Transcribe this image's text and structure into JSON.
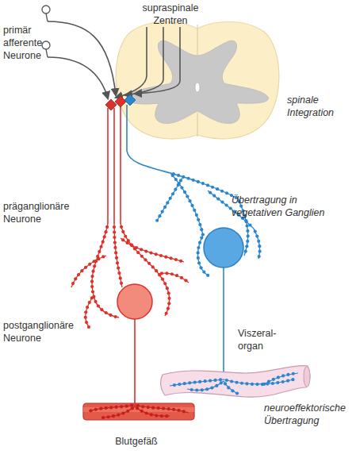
{
  "diagram": {
    "labels": [
      "supraspinale Zentren",
      "primär afferente Neurone",
      "spinale Integration",
      "präganglionäre Neurone",
      "Übertragung in vegetativen Ganglien",
      "postganglionäre Neurone",
      "Viszeral- organ",
      "neuroeffektorische Übertragung",
      "Blutgefäß"
    ]
  }
}
